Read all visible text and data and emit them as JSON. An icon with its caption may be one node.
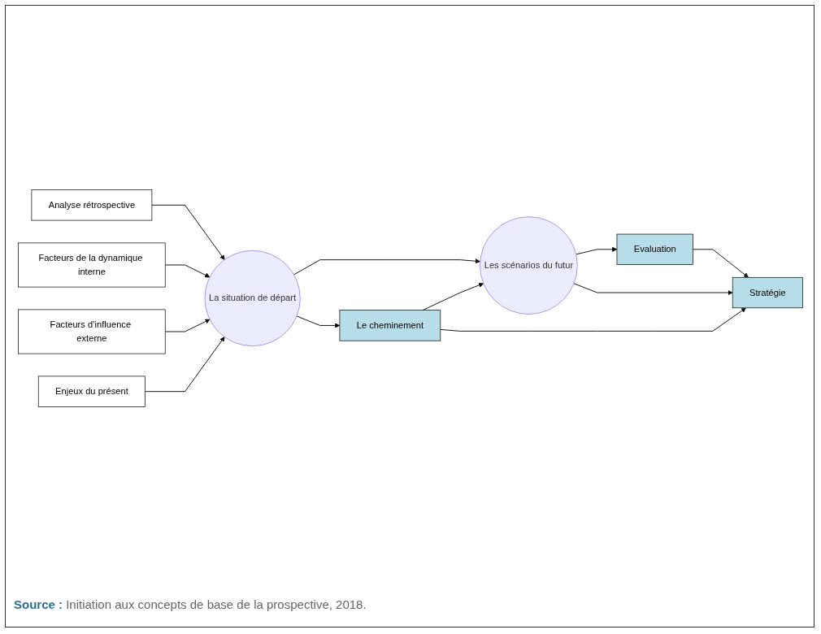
{
  "diagram": {
    "caption": "**Source :** Initiation aux concepts de base de la prospective, 2018.",
    "nodes": [
      {
        "text": [
          "Analyse rétrospective"
        ]
      },
      {
        "text": [
          "Facteurs de la dynamique interne"
        ]
      },
      {
        "text": [
          "Facteurs d’influence externe"
        ]
      },
      {
        "text": [
          "Enjeux du présent"
        ]
      },
      {
        "text": [
          "La situation de départ"
        ]
      },
      {
        "text": [
          "Evaluation"
        ]
      },
      {
        "text": [
          "Les scénarios du futur"
        ]
      },
      {
        "text": [
          "Stratégie"
        ]
      },
      {
        "text": [
          "Le cheminement"
        ]
      }
    ],
    "edges": [
      {
        "from": 0,
        "to": 4,
        "arrow": "to"
      },
      {
        "from": 1,
        "to": 4,
        "arrow": "to"
      },
      {
        "from": 2,
        "to": 4,
        "arrow": "to"
      },
      {
        "from": 3,
        "to": 4,
        "arrow": "to"
      },
      {
        "from": 4,
        "to": 6,
        "arrow": "to"
      },
      {
        "from": 4,
        "to": 8,
        "arrow": "to"
      },
      {
        "from": 8,
        "to": 6,
        "arrow": "to"
      },
      {
        "from": 6,
        "to": 5,
        "arrow": "to"
      },
      {
        "from": 5,
        "to": 7,
        "arrow": "to"
      },
      {
        "from": 6,
        "to": 7,
        "arrow": "to"
      },
      {
        "from": 8,
        "to": 7,
        "arrow": "to"
      }
    ]
  }
}
